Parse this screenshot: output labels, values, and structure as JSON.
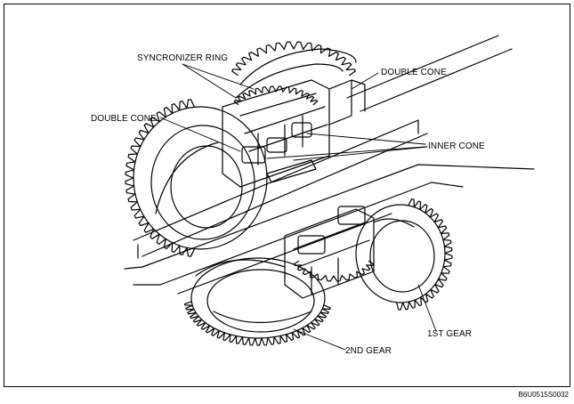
{
  "labels": {
    "syncronizer_ring": "SYNCRONIZER RING",
    "double_cone_top": "DOUBLE CONE",
    "double_cone_left": "DOUBLE CONE",
    "inner_cone": "INNER CONE",
    "first_gear": "1ST GEAR",
    "second_gear": "2ND GEAR"
  },
  "figure_code": "B6U0515S0032"
}
